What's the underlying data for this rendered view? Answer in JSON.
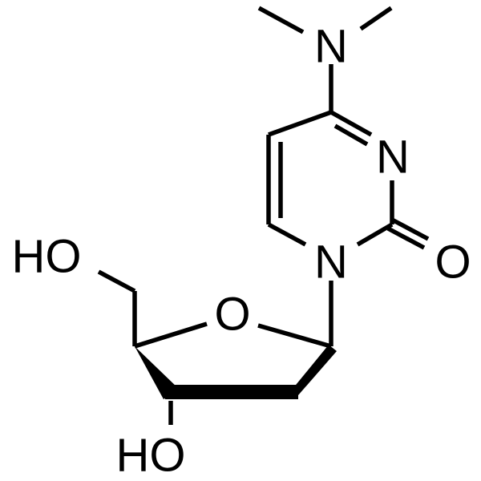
{
  "molecule": {
    "atoms": {
      "n_dimethylamino": "N",
      "n3": "N",
      "n1": "N",
      "o2": "O",
      "o_ring": "O",
      "oh_5prime": "HO",
      "oh_3prime": "HO"
    }
  },
  "colors": {
    "bond": "#000000",
    "label": "#000000",
    "background": "#ffffff"
  }
}
